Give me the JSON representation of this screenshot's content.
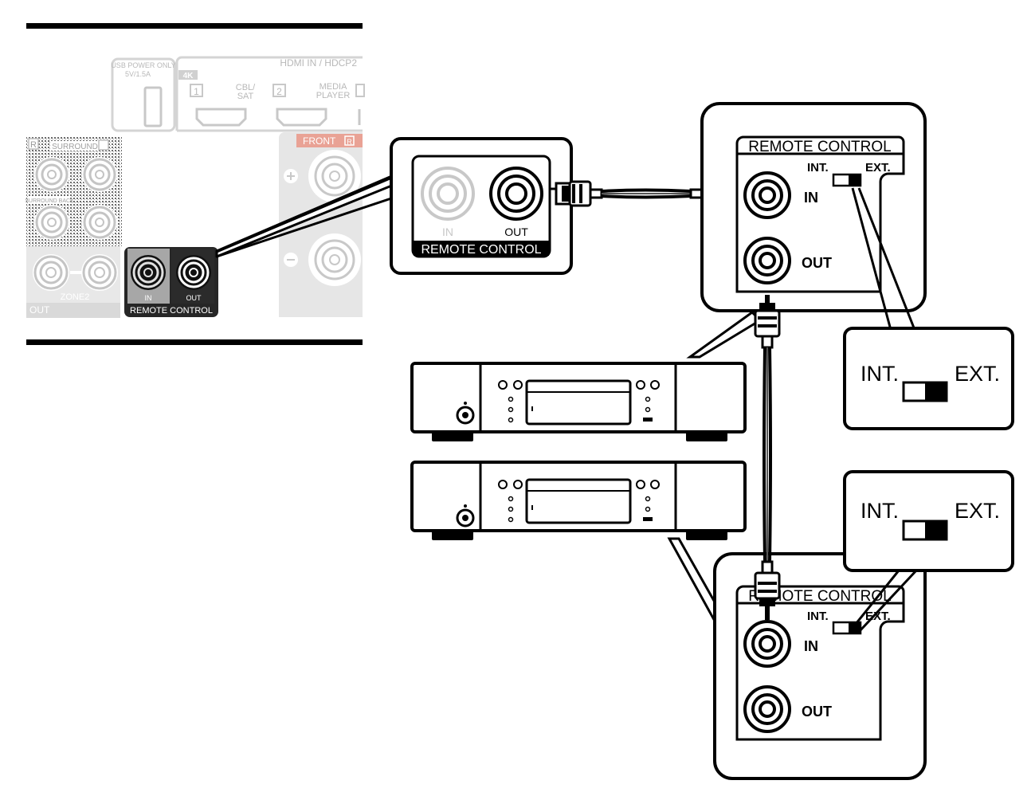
{
  "receiver_panel": {
    "usb_label_1": "USB POWER ONLY",
    "usb_label_2": "5V/1.5A",
    "hdmi_title": "HDMI IN / HDCP2",
    "hdmi_4k_badge": "4K",
    "hdmi_port_1_num": "1",
    "hdmi_port_1_name_1": "CBL/",
    "hdmi_port_1_name_2": "SAT",
    "hdmi_port_2_num": "2",
    "hdmi_port_2_name_1": "MEDIA",
    "hdmi_port_2_name_2": "PLAYER",
    "surround_label": "SURROUND",
    "surround_back_label": "SURROUND BACK",
    "zone2_label": "ZONE2",
    "out_label": "OUT",
    "front_label": "FRONT",
    "front_channel": "R",
    "remote_in_label": "IN",
    "remote_out_label": "OUT",
    "remote_control_label": "REMOTE CONTROL"
  },
  "zoom_callout": {
    "in_label": "IN",
    "out_label": "OUT",
    "title": "REMOTE CONTROL"
  },
  "device_top_panel": {
    "title": "REMOTE CONTROL",
    "int_label": "INT.",
    "ext_label": "EXT.",
    "in_label": "IN",
    "out_label": "OUT"
  },
  "device_bottom_panel": {
    "title": "REMOTE CONTROL",
    "int_label": "INT.",
    "ext_label": "EXT.",
    "in_label": "IN",
    "out_label": "OUT"
  },
  "switch_callout_top": {
    "int_label": "INT.",
    "ext_label": "EXT."
  },
  "switch_callout_bottom": {
    "int_label": "INT.",
    "ext_label": "EXT."
  }
}
